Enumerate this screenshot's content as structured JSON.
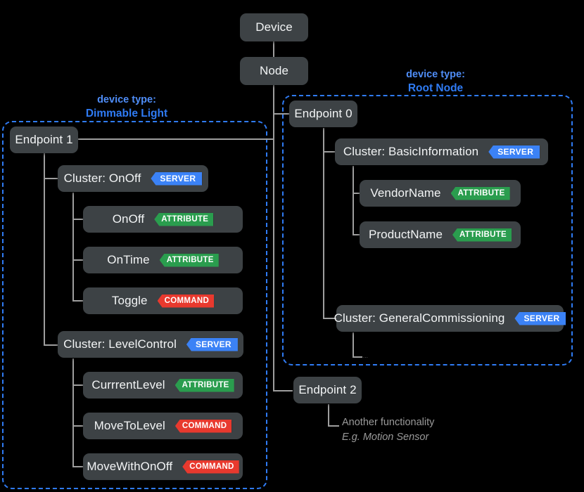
{
  "diagram": {
    "title_nodes": {
      "device": "Device",
      "node": "Node"
    },
    "endpoints": {
      "ep0": "Endpoint 0",
      "ep1": "Endpoint 1",
      "ep2": "Endpoint 2"
    },
    "device_types": {
      "dimmable": {
        "caption": "device type:",
        "name": "Dimmable Light"
      },
      "root": {
        "caption": "device type:",
        "name": "Root Node"
      }
    },
    "clusters": {
      "onoff": {
        "label": "Cluster: OnOff",
        "badge": "SERVER"
      },
      "level": {
        "label": "Cluster: LevelControl",
        "badge": "SERVER"
      },
      "basic": {
        "label": "Cluster: BasicInformation",
        "badge": "SERVER"
      },
      "general": {
        "label": "Cluster: GeneralCommissioning",
        "badge": "SERVER"
      }
    },
    "members": {
      "onoff_attr": {
        "label": "OnOff",
        "badge": "ATTRIBUTE"
      },
      "ontime_attr": {
        "label": "OnTime",
        "badge": "ATTRIBUTE"
      },
      "toggle_cmd": {
        "label": "Toggle",
        "badge": "COMMAND"
      },
      "currentlevel": {
        "label": "CurrrentLevel",
        "badge": "ATTRIBUTE"
      },
      "movetolevel": {
        "label": "MoveToLevel",
        "badge": "COMMAND"
      },
      "movewithonoff": {
        "label": "MoveWithOnOff",
        "badge": "COMMAND"
      },
      "vendorname": {
        "label": "VendorName",
        "badge": "ATTRIBUTE"
      },
      "productname": {
        "label": "ProductName",
        "badge": "ATTRIBUTE"
      }
    },
    "notes": {
      "ep2_line1": "Another functionality",
      "ep2_line2": "E.g. Motion Sensor",
      "general_more": "..."
    },
    "colors": {
      "background": "#000000",
      "node_fill": "#3d4245",
      "group_border": "#2f7bf4",
      "server_badge": "#3b82f6",
      "attribute_badge": "#2a9d4e",
      "command_badge": "#e8392e",
      "connector": "#9e9e9e",
      "note_text": "#9a9a9a"
    }
  }
}
